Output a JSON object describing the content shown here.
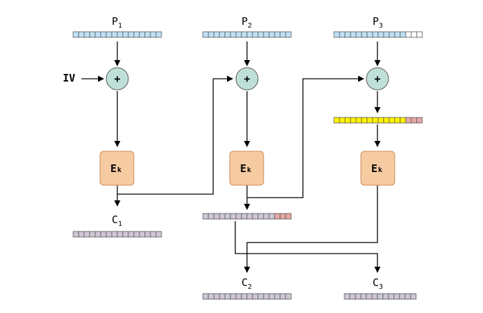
{
  "labels": {
    "p1": {
      "base": "P",
      "sub": "1"
    },
    "p2": {
      "base": "P",
      "sub": "2"
    },
    "p3": {
      "base": "P",
      "sub": "3"
    },
    "c1": {
      "base": "C",
      "sub": "1"
    },
    "c2": {
      "base": "C",
      "sub": "2"
    },
    "c3": {
      "base": "C",
      "sub": "3"
    },
    "iv": "IV",
    "xor_symbol": "+",
    "enc": {
      "base": "E",
      "sub": "k"
    }
  },
  "colors": {
    "plaintext": "#bfe0f5",
    "padding_empty": "#ffffff",
    "ciphertext": "#cfc6d6",
    "cipher_tail": "#e6a7a7",
    "yellow_block": "#fff200",
    "xor_fill": "#bfe0d8",
    "enc_fill": "#f7cba2",
    "enc_stroke": "#c98a55",
    "line": "#000000"
  },
  "blocks": {
    "p1_cells": 16,
    "p2_cells": 16,
    "p3_filled": 13,
    "p3_empty": 3,
    "yellow_cells": 13,
    "yellow_tail": 3,
    "c1_cells": 16,
    "c2_intermediate_filled": 13,
    "c2_intermediate_tail": 3,
    "c2_cells": 16,
    "c3_cells": 13
  }
}
